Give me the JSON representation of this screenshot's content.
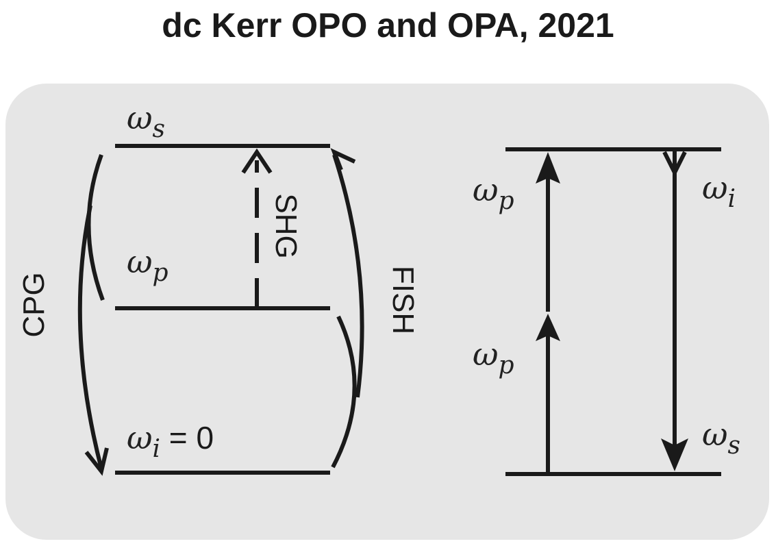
{
  "title": "dc Kerr OPO and OPA, 2021",
  "left_panel": {
    "levels": {
      "signal": {
        "symbol": "ω",
        "subscript": "s"
      },
      "pump": {
        "symbol": "ω",
        "subscript": "p"
      },
      "idler": {
        "symbol": "ω",
        "subscript": "i",
        "suffix": " = 0"
      }
    },
    "processes": {
      "cpg": "CPG",
      "shg": "SHG",
      "fish": "FISH"
    }
  },
  "right_panel": {
    "labels": {
      "pump_upper": {
        "symbol": "ω",
        "subscript": "p"
      },
      "pump_lower": {
        "symbol": "ω",
        "subscript": "p"
      },
      "idler": {
        "symbol": "ω",
        "subscript": "i"
      },
      "signal": {
        "symbol": "ω",
        "subscript": "s"
      }
    }
  },
  "colors": {
    "panel_background": "#e6e6e6",
    "stroke": "#1a1a1a"
  }
}
